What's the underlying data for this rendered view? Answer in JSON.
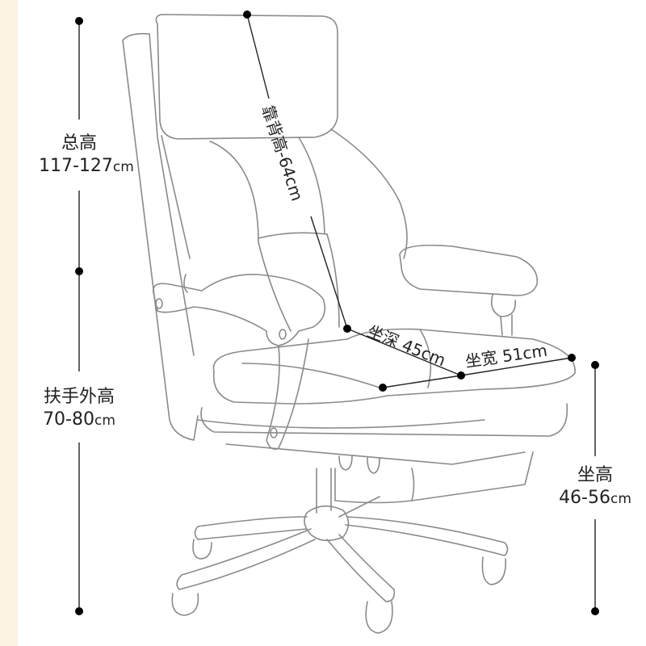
{
  "diagram": {
    "subject": "office-chair-dimensions",
    "line_color": "#888888",
    "dim_color": "#111111",
    "strip_color": "#fcf2e4"
  },
  "dimensions": {
    "total_height": {
      "name": "总高",
      "value": "117-127",
      "unit": "cm"
    },
    "armrest_height": {
      "name": "扶手外高",
      "value": "70-80",
      "unit": "cm"
    },
    "seat_height": {
      "name": "坐高",
      "value": "46-56",
      "unit": "cm"
    },
    "back_height": {
      "text": "靠背高-64cm"
    },
    "seat_depth": {
      "text": "坐深 45cm"
    },
    "seat_width": {
      "text": "坐宽 51cm"
    }
  }
}
